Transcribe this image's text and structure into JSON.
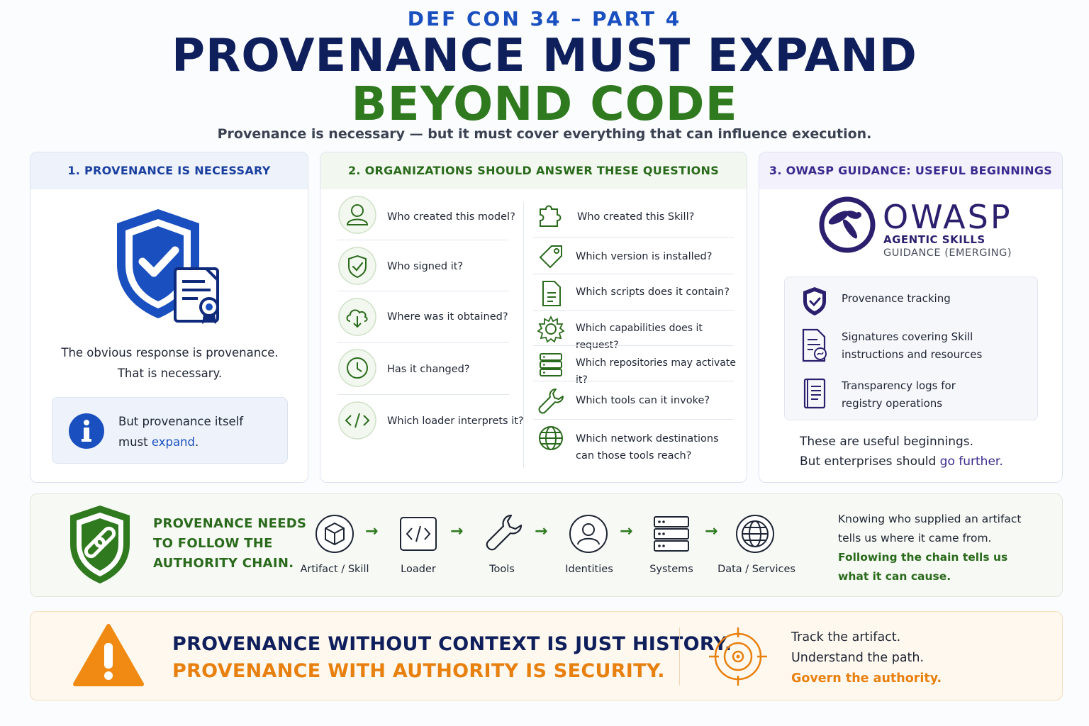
{
  "header": {
    "kicker": "DEF CON 34 – PART 4",
    "title_line1": "PROVENANCE MUST EXPAND",
    "title_line2": "BEYOND CODE",
    "subtitle": "Provenance is necessary — but it must cover everything that can influence execution."
  },
  "panel1": {
    "heading": "1. PROVENANCE IS NECESSARY",
    "text_line1": "The obvious response is provenance.",
    "text_line2": "That is necessary.",
    "note_line1": "But provenance itself",
    "note_line2_prefix": "must ",
    "note_line2_highlight": "expand",
    "note_line2_suffix": "."
  },
  "panel2": {
    "heading": "2. ORGANIZATIONS SHOULD ANSWER THESE QUESTIONS",
    "left_questions": [
      {
        "icon": "user-icon",
        "text": "Who created this model?"
      },
      {
        "icon": "shield-check-icon",
        "text": "Who signed it?"
      },
      {
        "icon": "cloud-download-icon",
        "text": "Where was it obtained?"
      },
      {
        "icon": "clock-icon",
        "text": "Has it changed?"
      },
      {
        "icon": "code-icon",
        "text": "Which loader interprets it?"
      }
    ],
    "right_questions": [
      {
        "icon": "puzzle-icon",
        "text": "Who created this Skill?"
      },
      {
        "icon": "tag-icon",
        "text": "Which version is installed?"
      },
      {
        "icon": "document-icon",
        "text": "Which scripts does it contain?"
      },
      {
        "icon": "gear-icon",
        "text": "Which capabilities does it request?"
      },
      {
        "icon": "server-icon",
        "text": "Which repositories may activate it?"
      },
      {
        "icon": "wrench-icon",
        "text": "Which tools can it invoke?"
      },
      {
        "icon": "globe-icon",
        "text_line1": "Which network destinations",
        "text_line2": "can those tools reach?"
      }
    ]
  },
  "panel3": {
    "heading": "3. OWASP GUIDANCE: USEFUL BEGINNINGS",
    "logo_word": "OWASP",
    "logo_sub1": "AGENTIC SKILLS",
    "logo_sub2": "GUIDANCE (EMERGING)",
    "items": [
      {
        "icon": "shield-check-icon",
        "line1": "Provenance tracking"
      },
      {
        "icon": "signed-document-icon",
        "line1": "Signatures covering Skill",
        "line2": "instructions and resources"
      },
      {
        "icon": "log-book-icon",
        "line1": "Transparency logs for",
        "line2": "registry operations"
      }
    ],
    "footer_line1": "These are useful beginnings.",
    "footer_line2_prefix": "But enterprises should ",
    "footer_line2_highlight": "go further."
  },
  "chain": {
    "title_lines": [
      "PROVENANCE NEEDS",
      "TO FOLLOW THE",
      "AUTHORITY CHAIN."
    ],
    "nodes": [
      {
        "icon": "cube-icon",
        "label": "Artifact / Skill"
      },
      {
        "icon": "code-window-icon",
        "label": "Loader"
      },
      {
        "icon": "wrench-icon",
        "label": "Tools"
      },
      {
        "icon": "user-icon",
        "label": "Identities"
      },
      {
        "icon": "server-stack-icon",
        "label": "Systems"
      },
      {
        "icon": "globe-icon",
        "label": "Data / Services"
      }
    ],
    "arrow": "→",
    "text_line1": "Knowing who supplied an artifact",
    "text_line2": "tells us where it came from.",
    "text_line3": "Following the chain tells us",
    "text_line4": "what it can cause."
  },
  "banner": {
    "line1": "PROVENANCE WITHOUT CONTEXT IS JUST HISTORY.",
    "line2": "PROVENANCE WITH AUTHORITY IS SECURITY.",
    "right_line1": "Track the artifact.",
    "right_line2": "Understand the path.",
    "right_line3": "Govern the authority."
  },
  "colors": {
    "navy": "#0f1f5c",
    "blue": "#1a4fbf",
    "green": "#2f7a1f",
    "purple": "#3a2a8f",
    "orange": "#e8800f"
  }
}
